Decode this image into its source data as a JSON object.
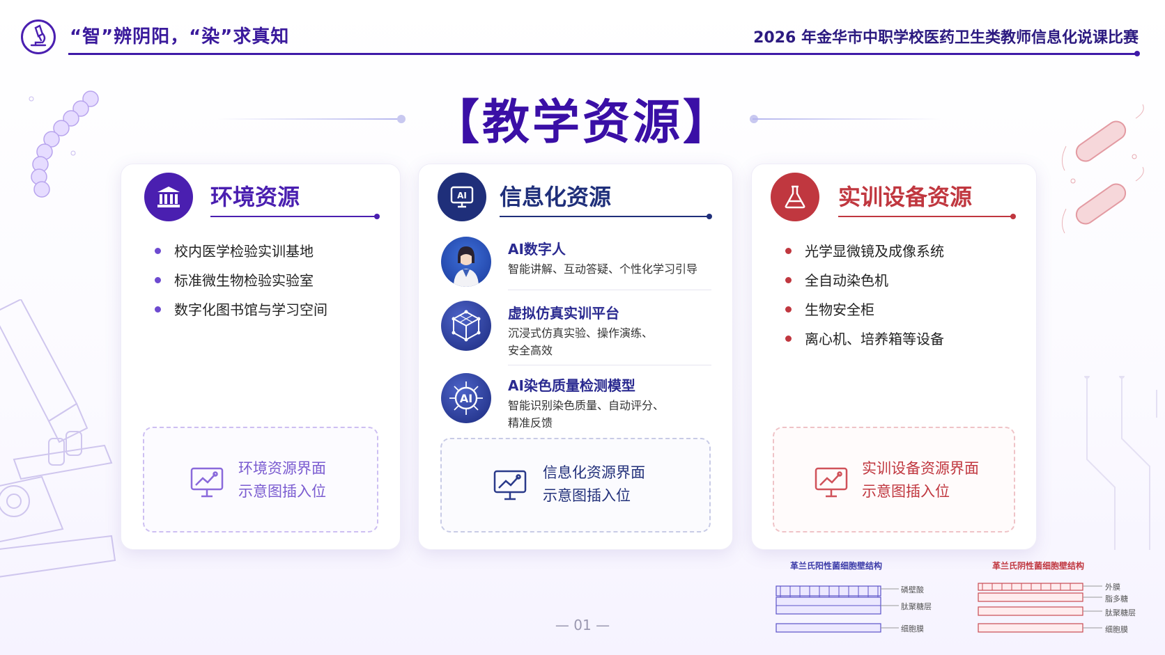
{
  "header": {
    "slogan": "“智”辨阴阳，“染”求真知",
    "contest": "2026 年金华市中职学校医药卫生类教师信息化说课比赛"
  },
  "title": "【教学资源】",
  "cards": {
    "env": {
      "title": "环境资源",
      "items": [
        "校内医学检验实训基地",
        "标准微生物检验实验室",
        "数字化图书馆与学习空间"
      ],
      "placeholder": [
        "环境资源界面",
        "示意图插入位"
      ]
    },
    "info": {
      "title": "信息化资源",
      "items": [
        {
          "title": "AI数字人",
          "desc": [
            "智能讲解、互动答疑、个性化学习引导"
          ]
        },
        {
          "title": "虚拟仿真实训平台",
          "desc": [
            "沉浸式仿真实验、操作演练、",
            "安全高效"
          ]
        },
        {
          "title": "AI染色质量检测模型",
          "desc": [
            "智能识别染色质量、自动评分、",
            "精准反馈"
          ]
        }
      ],
      "placeholder": [
        "信息化资源界面",
        "示意图插入位"
      ]
    },
    "equip": {
      "title": "实训设备资源",
      "items": [
        "光学显微镜及成像系统",
        "全自动染色机",
        "生物安全柜",
        "离心机、培养箱等设备"
      ],
      "placeholder": [
        "实训设备资源界面",
        "示意图插入位"
      ]
    }
  },
  "diagrams": {
    "positive": {
      "title": "革兰氏阳性菌细胞壁结构",
      "labels": [
        "磷壁酸",
        "肽聚糖层",
        "细胞膜"
      ]
    },
    "negative": {
      "title": "革兰氏阴性菌细胞壁结构",
      "labels": [
        "外膜",
        "脂多糖",
        "肽聚糖层",
        "细胞膜"
      ]
    }
  },
  "page_number": "— 01 —",
  "colors": {
    "purple": "#4a1fb0",
    "navy": "#1f2f7a",
    "red": "#c0373f"
  }
}
